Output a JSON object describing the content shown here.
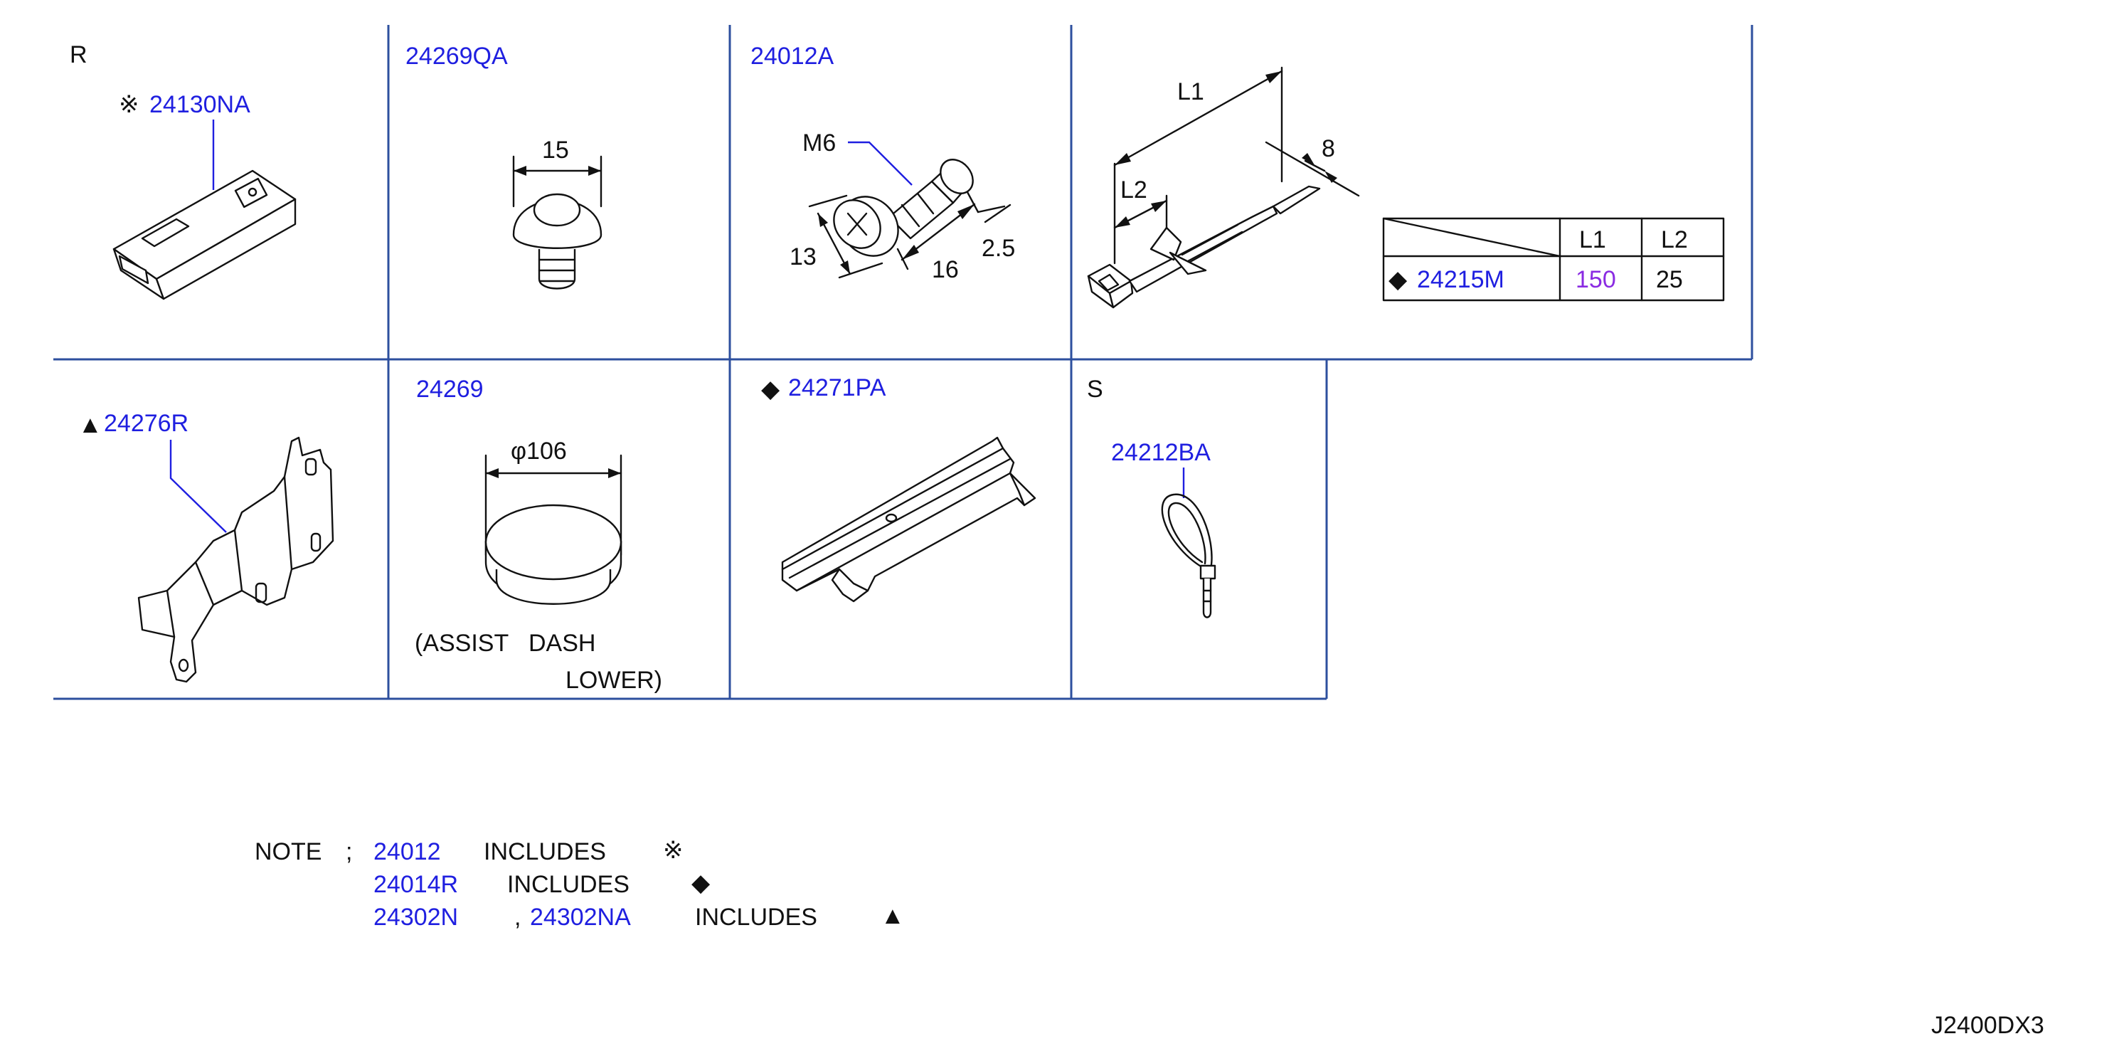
{
  "cells": {
    "r": {
      "section": "R",
      "mark": "※",
      "part": "24130NA"
    },
    "c2": {
      "part": "24269QA",
      "dim": "15"
    },
    "c3": {
      "part": "24012A",
      "thread": "M6",
      "dim_a": "13",
      "dim_b": "16",
      "dim_c": "2.5"
    },
    "c4": {
      "dim_l1": "L1",
      "dim_l2": "L2",
      "dim_w": "8",
      "table": {
        "col1": "L1",
        "col2": "L2",
        "mark": "◆",
        "part": "24215M",
        "v1": "150",
        "v2": "25"
      }
    },
    "c5": {
      "mark": "▲",
      "part": "24276R"
    },
    "c6": {
      "part": "24269",
      "dim": "φ106",
      "note1": "(ASSIST   DASH",
      "note2": "LOWER)"
    },
    "c7": {
      "mark": "◆",
      "part": "24271PA"
    },
    "s": {
      "section": "S",
      "part": "24212BA"
    }
  },
  "notes": {
    "label": "NOTE",
    "sep": ";",
    "line1": {
      "part": "24012",
      "word": "INCLUDES",
      "mark": "※"
    },
    "line2": {
      "part": "24014R",
      "word": "INCLUDES",
      "mark": "◆"
    },
    "line3": {
      "part_a": "24302N",
      "comma": ",",
      "part_b": "24302NA",
      "word": "INCLUDES",
      "mark": "▲"
    }
  },
  "drawing_id": "J2400DX3",
  "colors": {
    "grid": "#2d4f9e",
    "part_number": "#1f1fe0",
    "highlight": "#8a2be2"
  }
}
